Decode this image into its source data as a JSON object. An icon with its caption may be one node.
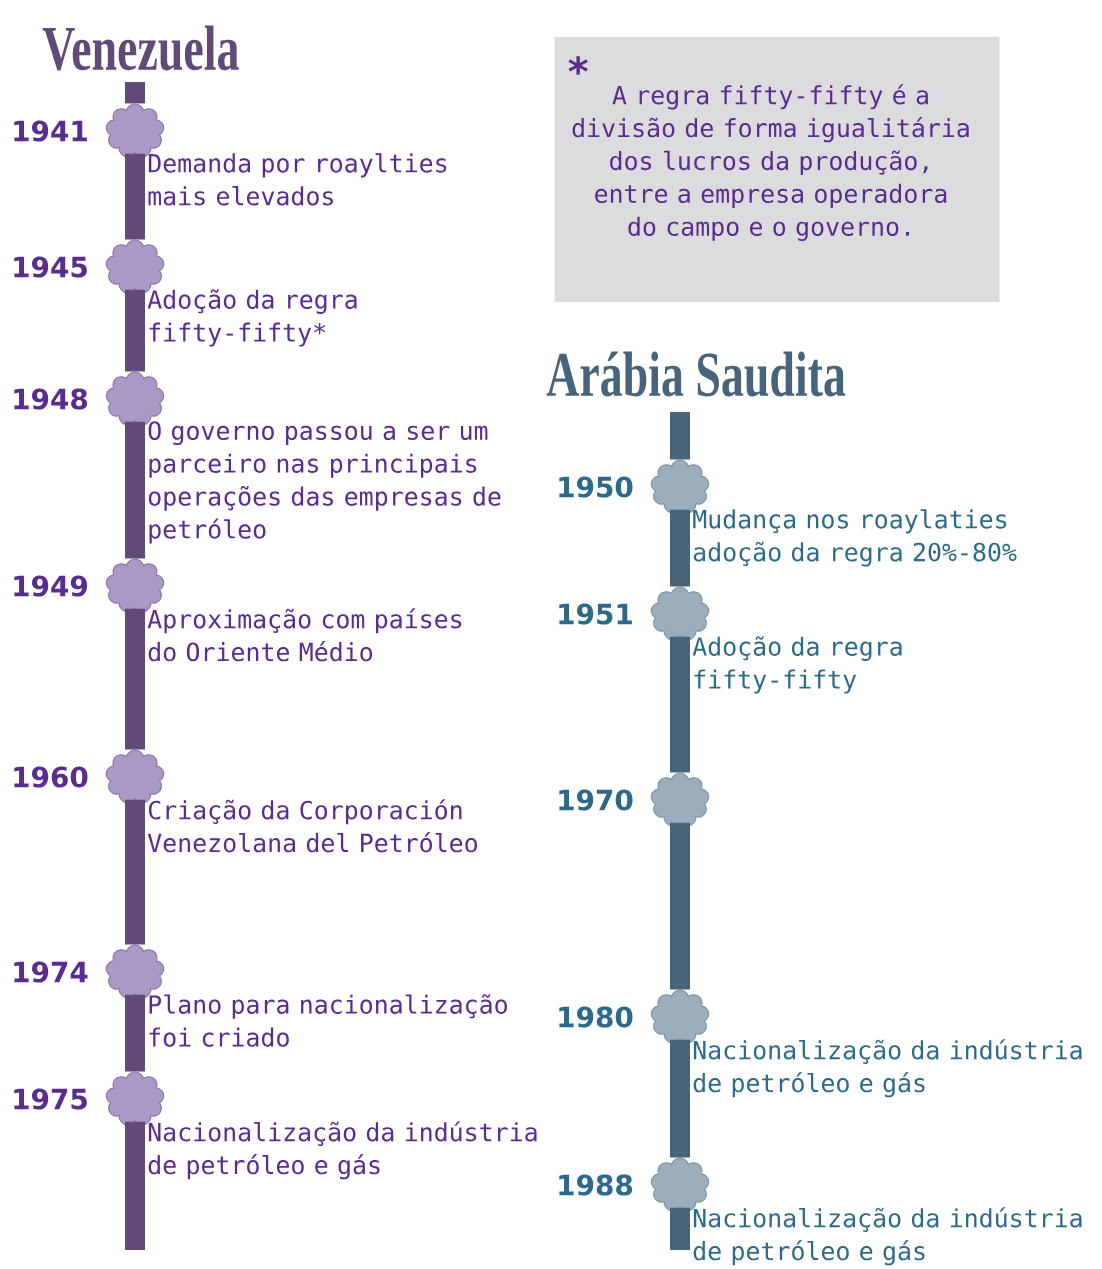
{
  "diagram": {
    "nodes": [
      {
        "text": [],
        "shape": "cloud",
        "beside": [
          "1941",
          "Demanda por roaylties mais elevados"
        ]
      },
      {
        "text": [],
        "shape": "cloud",
        "beside": [
          "1945",
          "Adoção da regra fifty-fifty*"
        ]
      },
      {
        "text": [],
        "shape": "cloud",
        "beside": [
          "1948",
          "O governo passou a ser um parceiro nas principais operações das empresas de petróleo"
        ]
      },
      {
        "text": [],
        "shape": "cloud",
        "beside": [
          "1949",
          "Aproximação com países do Oriente Médio"
        ]
      },
      {
        "text": [],
        "shape": "cloud",
        "beside": [
          "1960",
          "Criação da Corporación Venezolana del Petróleo"
        ]
      },
      {
        "text": [],
        "shape": "cloud",
        "beside": [
          "1974",
          "Plano para nacionalização foi criado"
        ]
      },
      {
        "text": [],
        "shape": "cloud",
        "beside": [
          "1975",
          "Nacionalização da indústria de petróleo e gás"
        ]
      },
      {
        "text": [
          "*",
          "A regra fifty-fifty é a divisão de forma igualitária dos lucros da produção, entre a empresa operadora do campo e o governo."
        ]
      },
      {
        "text": [],
        "shape": "cloud",
        "beside": [
          "1950",
          "Mudança nos roaylaties adoção da regra 20%-80%"
        ]
      },
      {
        "text": [],
        "shape": "cloud",
        "beside": [
          "1951",
          "Adoção da regra fifty-fifty"
        ]
      },
      {
        "text": [],
        "shape": "cloud",
        "beside": [
          "1970"
        ]
      },
      {
        "text": [],
        "shape": "cloud",
        "beside": [
          "1980",
          "Nacionalização da indústria de petróleo e gás"
        ]
      },
      {
        "text": [],
        "shape": "cloud",
        "beside": [
          "1988",
          "Nacionalização da indústria de petróleo e gás"
        ]
      }
    ],
    "edges": [
      {
        "from": null,
        "to": 0,
        "arrow": "none"
      },
      {
        "from": 0,
        "to": 1,
        "arrow": "none"
      },
      {
        "from": 1,
        "to": 2,
        "arrow": "none"
      },
      {
        "from": 2,
        "to": 3,
        "arrow": "none"
      },
      {
        "from": 3,
        "to": 4,
        "arrow": "none"
      },
      {
        "from": 4,
        "to": 5,
        "arrow": "none"
      },
      {
        "from": 5,
        "to": 6,
        "arrow": "none"
      },
      {
        "from": 6,
        "to": null,
        "arrow": "none"
      },
      {
        "from": null,
        "to": 8,
        "arrow": "none",
        "color": "#48647a"
      },
      {
        "from": 8,
        "to": 9,
        "arrow": "none",
        "color": "#48647a"
      },
      {
        "from": 9,
        "to": 10,
        "arrow": "none",
        "color": "#48647a"
      },
      {
        "from": 10,
        "to": 11,
        "arrow": "none",
        "color": "#48647a"
      },
      {
        "from": 11,
        "to": 12,
        "arrow": "none",
        "color": "#48647a"
      },
      {
        "from": 12,
        "to": null,
        "arrow": "none",
        "color": "#48647a"
      }
    ],
    "labels": [
      "Venezuela",
      "Arábia Saudita"
    ]
  }
}
